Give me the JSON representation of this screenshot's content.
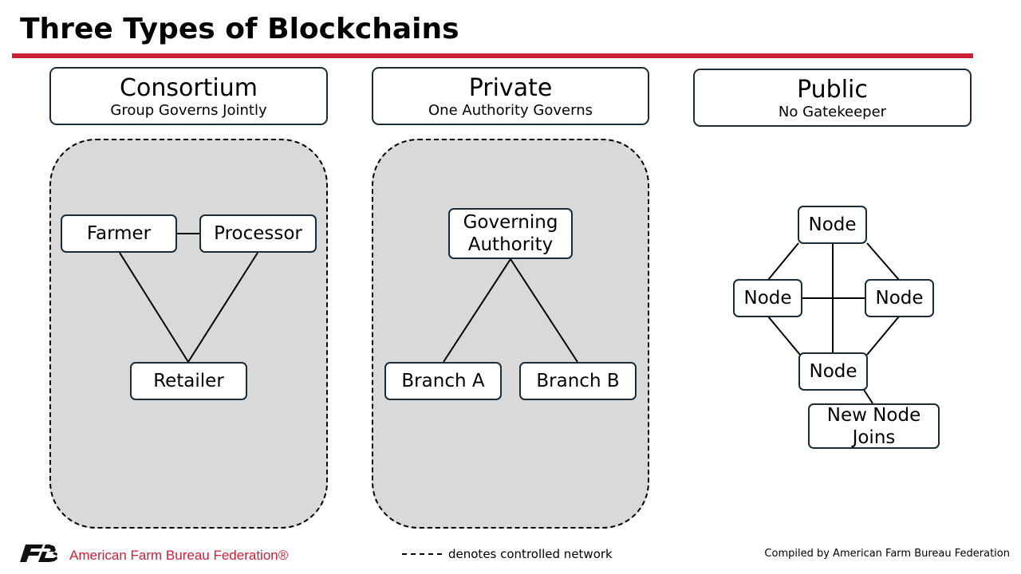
{
  "title": "Three Types of Blockchains",
  "columns": [
    {
      "heading": "Consortium",
      "subheading": "Group Governs Jointly",
      "nodes": [
        "Farmer",
        "Processor",
        "Retailer"
      ]
    },
    {
      "heading": "Private",
      "subheading": "One Authority Governs",
      "nodes": [
        "Governing\nAuthority",
        "Branch A",
        "Branch B"
      ]
    },
    {
      "heading": "Public",
      "subheading": "No Gatekeeper",
      "nodes": [
        "Node",
        "Node",
        "Node",
        "Node",
        "New Node\nJoins"
      ]
    }
  ],
  "footer": {
    "logo_text": "FB",
    "organization": "American Farm Bureau Federation®",
    "legend": "denotes controlled network",
    "credit": "Compiled by American Farm Bureau Federation"
  },
  "colors": {
    "accent": "#cc1f36",
    "border": "#1c2b38",
    "region_fill": "#d9d9d9"
  }
}
